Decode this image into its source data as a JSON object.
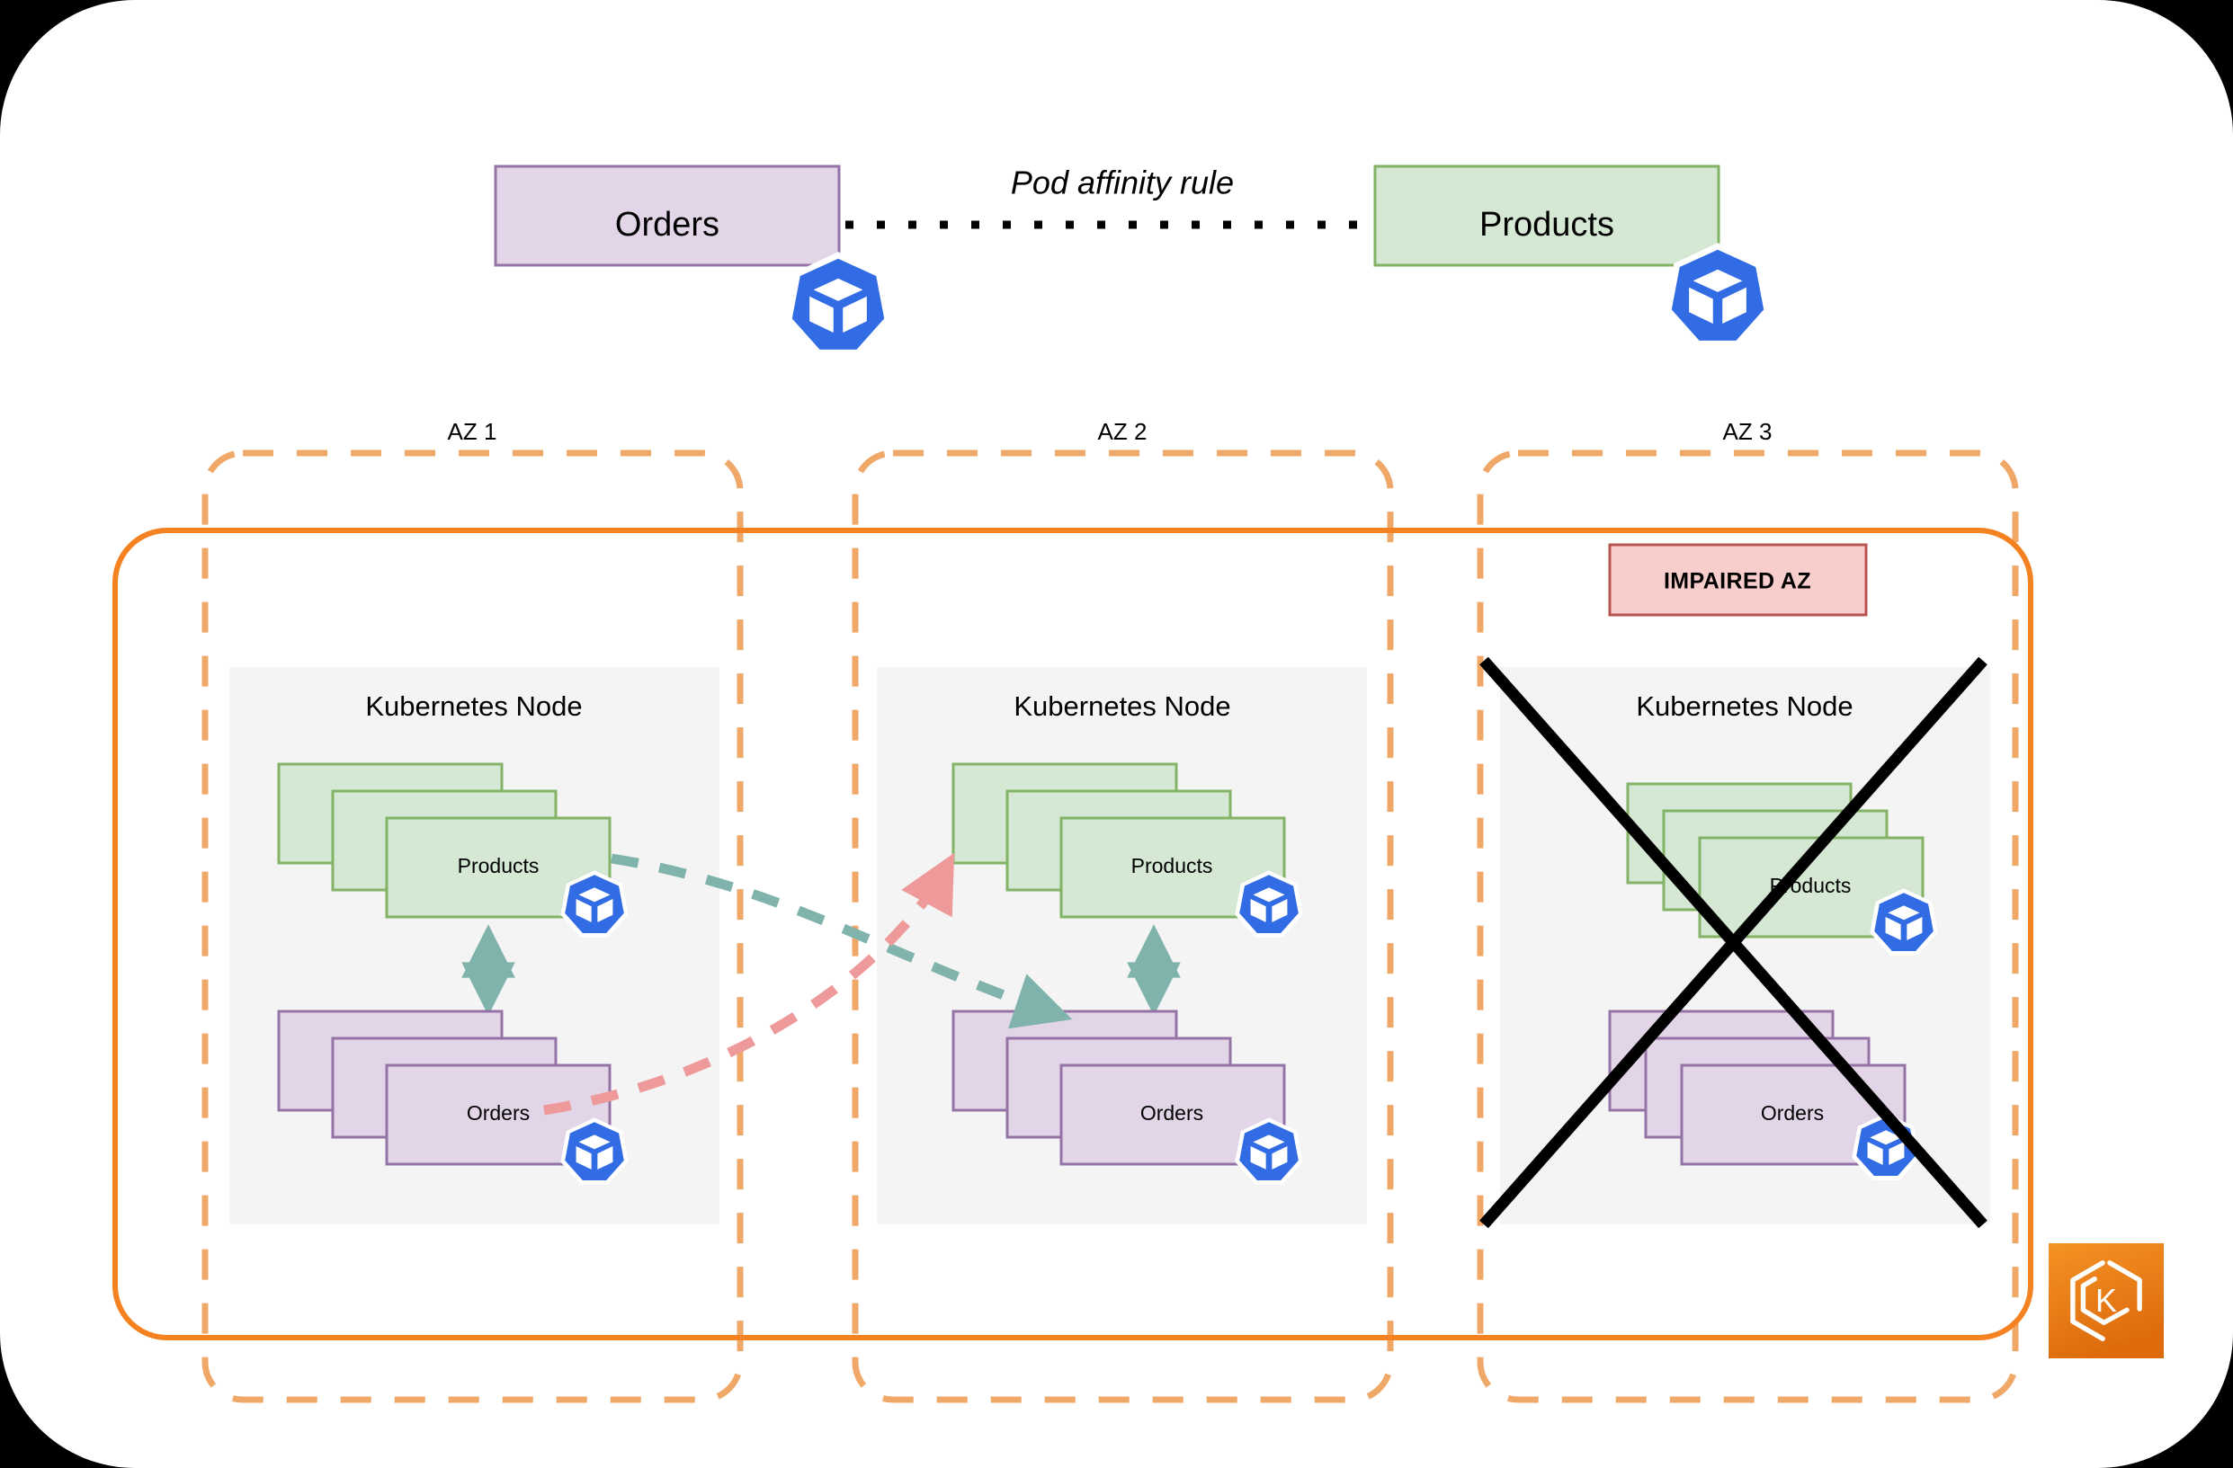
{
  "diagram": {
    "title_row": {
      "orders_label": "Orders",
      "products_label": "Products",
      "affinity_label": "Pod affinity rule"
    },
    "availability_zones": [
      {
        "label": "AZ 1",
        "node_label": "Kubernetes Node",
        "impaired": false,
        "pod_groups": [
          {
            "name": "Products",
            "replicas": 3,
            "kind": "products"
          },
          {
            "name": "Orders",
            "replicas": 3,
            "kind": "orders"
          }
        ],
        "affinity_arrow": "bidirectional"
      },
      {
        "label": "AZ 2",
        "node_label": "Kubernetes Node",
        "impaired": false,
        "pod_groups": [
          {
            "name": "Products",
            "replicas": 3,
            "kind": "products"
          },
          {
            "name": "Orders",
            "replicas": 3,
            "kind": "orders"
          }
        ],
        "affinity_arrow": "bidirectional"
      },
      {
        "label": "AZ 3",
        "node_label": "Kubernetes Node",
        "impaired": true,
        "impaired_badge": "IMPAIRED AZ",
        "pod_groups": [
          {
            "name": "Products",
            "replicas": 3,
            "kind": "products"
          },
          {
            "name": "Orders",
            "replicas": 3,
            "kind": "orders"
          }
        ],
        "affinity_arrow": "none"
      }
    ],
    "migration_flows": [
      {
        "from": "AZ 1 Products",
        "to": "AZ 2 Orders",
        "color": "#7fb3ab"
      },
      {
        "from": "AZ 1 Orders",
        "to": "AZ 2 Products",
        "color": "#ef9a9a"
      }
    ],
    "icons": {
      "pod_icon": "kubernetes-pod-icon",
      "cluster_badge": "karpenter-logo-icon"
    },
    "colors": {
      "orders_fill": "#e1d5e7",
      "orders_border": "#9673a6",
      "products_fill": "#d5e8d4",
      "products_border": "#82b366",
      "impaired_fill": "#f8cecc",
      "impaired_border": "#b85450",
      "az_dashed": "#f0a868",
      "cluster_solid": "#f58220",
      "node_panel": "#f4f4f4",
      "pod_icon_blue": "#326ce5",
      "affinity_teal": "#7fb3ab",
      "migration_red": "#ef9a9a",
      "badge_orange": "#ef7d12",
      "frame": "#ffffff"
    }
  }
}
